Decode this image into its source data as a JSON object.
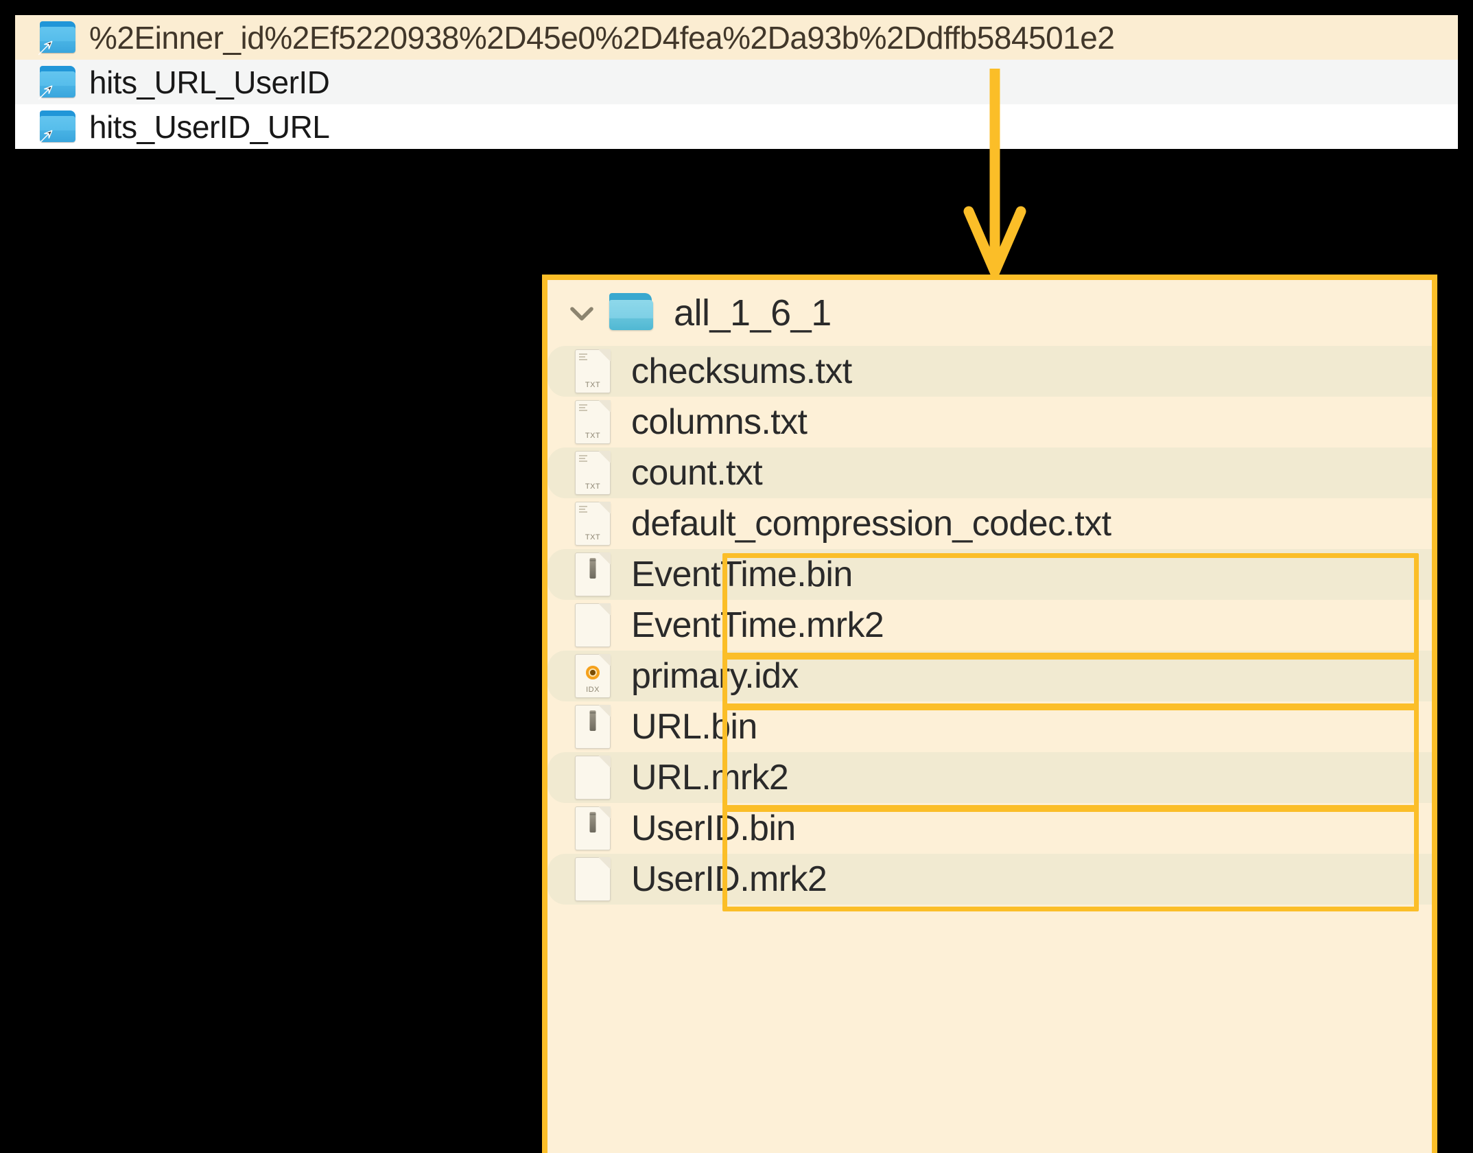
{
  "theme": {
    "page_background": "#000000",
    "panel_background": "#ffffff",
    "highlight_border": "#FBBE28",
    "highlight_fill": "#FBEDD2",
    "main_panel_background": "#FDF0D7",
    "row_stripe": "#F1EAD1",
    "folder_blue": "#56bdeb",
    "folder_teal": "#7ed0e6",
    "idx_orange": "#F5A11B"
  },
  "top_panel": {
    "name": "symlink-folder-list",
    "rows": [
      {
        "label": "%2Einner_id%2Ef5220938%2D45e0%2D4fea%2Da93b%2Ddffb584501e2",
        "icon": "folder-symlink-icon",
        "state": "selected"
      },
      {
        "label": "hits_URL_UserID",
        "icon": "folder-symlink-icon",
        "state": "alternate"
      },
      {
        "label": "hits_UserID_URL",
        "icon": "folder-symlink-icon",
        "state": "normal"
      }
    ]
  },
  "connector": {
    "name": "arrow-down-connector",
    "color": "#FBBE28",
    "direction": "down"
  },
  "main_panel": {
    "name": "part-directory-listing",
    "directory": {
      "label": "all_1_6_1",
      "expanded": true,
      "chevron": "chevron-down-icon",
      "icon": "folder-open-icon"
    },
    "files": [
      {
        "label": "checksums.txt",
        "icon": "txt-file-icon",
        "tag": "TXT",
        "stripe": true,
        "highlight": "none"
      },
      {
        "label": "columns.txt",
        "icon": "txt-file-icon",
        "tag": "TXT",
        "stripe": false,
        "highlight": "none"
      },
      {
        "label": "count.txt",
        "icon": "txt-file-icon",
        "tag": "TXT",
        "stripe": true,
        "highlight": "none"
      },
      {
        "label": "default_compression_codec.txt",
        "icon": "txt-file-icon",
        "tag": "TXT",
        "stripe": false,
        "highlight": "none"
      },
      {
        "label": "EventTime.bin",
        "icon": "bin-file-icon",
        "tag": "",
        "stripe": true,
        "highlight": "start"
      },
      {
        "label": "EventTime.mrk2",
        "icon": "blank-file-icon",
        "tag": "",
        "stripe": false,
        "highlight": "end"
      },
      {
        "label": "primary.idx",
        "icon": "idx-file-icon",
        "tag": "IDX",
        "stripe": true,
        "highlight": "single"
      },
      {
        "label": "URL.bin",
        "icon": "bin-file-icon",
        "tag": "",
        "stripe": false,
        "highlight": "start"
      },
      {
        "label": "URL.mrk2",
        "icon": "blank-file-icon",
        "tag": "",
        "stripe": true,
        "highlight": "end"
      },
      {
        "label": "UserID.bin",
        "icon": "bin-file-icon",
        "tag": "",
        "stripe": false,
        "highlight": "start"
      },
      {
        "label": "UserID.mrk2",
        "icon": "blank-file-icon",
        "tag": "",
        "stripe": true,
        "highlight": "end"
      }
    ],
    "highlight_groups": [
      {
        "name": "eventtime-column-files",
        "first": 4,
        "last": 5
      },
      {
        "name": "primary-index-file",
        "first": 6,
        "last": 6
      },
      {
        "name": "url-column-files",
        "first": 7,
        "last": 8
      },
      {
        "name": "userid-column-files",
        "first": 9,
        "last": 10
      }
    ]
  }
}
